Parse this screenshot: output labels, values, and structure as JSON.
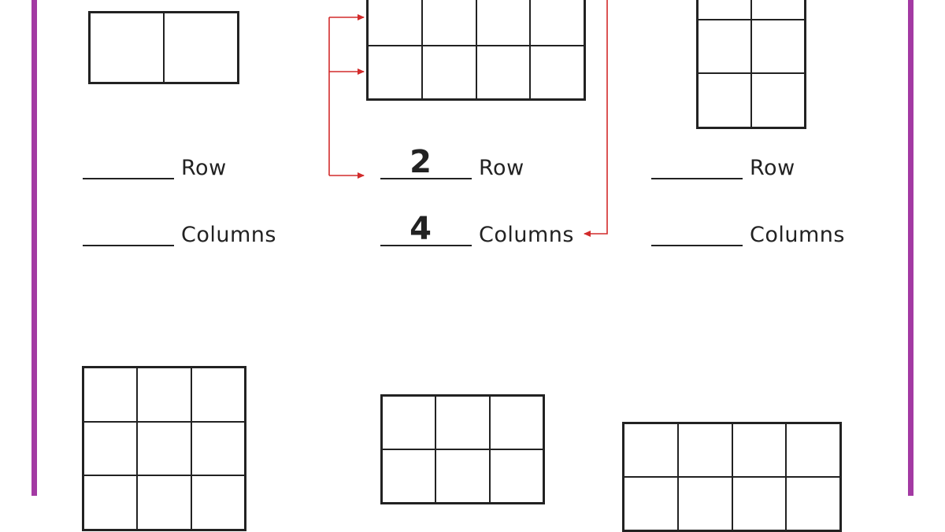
{
  "colors": {
    "border": "#a33aa3",
    "arrow": "#d22b2b",
    "ink": "#222222"
  },
  "labels": {
    "row": "Row",
    "columns": "Columns"
  },
  "examples": [
    {
      "id": "a",
      "rows": 1,
      "cols": 2
    },
    {
      "id": "b",
      "rows": 2,
      "cols": 4,
      "answer_rows": "2",
      "answer_cols": "4"
    },
    {
      "id": "c",
      "rows": 3,
      "cols": 2
    },
    {
      "id": "d",
      "rows": 3,
      "cols": 3
    },
    {
      "id": "e",
      "rows": 2,
      "cols": 3
    },
    {
      "id": "f",
      "rows": 2,
      "cols": 4
    }
  ]
}
